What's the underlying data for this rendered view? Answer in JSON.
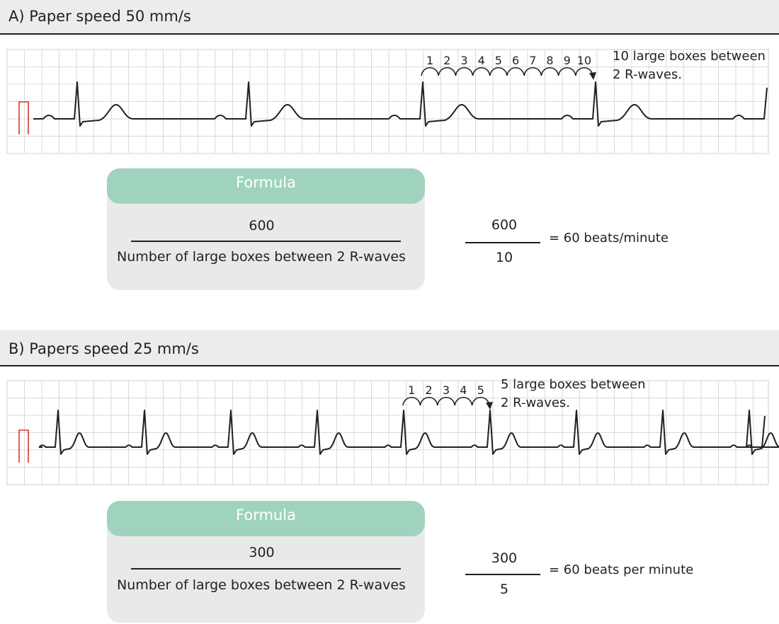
{
  "section_a": {
    "title": "A) Paper speed 50 mm/s",
    "box_numbers": [
      "1",
      "2",
      "3",
      "4",
      "5",
      "6",
      "7",
      "8",
      "9",
      "10"
    ],
    "annotation_line1": "10 large boxes between",
    "annotation_line2": "2 R-waves.",
    "formula": {
      "title": "Formula",
      "numerator": "600",
      "denominator": "Number of large boxes between 2 R-waves"
    },
    "calculation": {
      "numerator": "600",
      "denominator": "10",
      "result": "= 60 beats/minute"
    }
  },
  "section_b": {
    "title": "B) Papers speed 25 mm/s",
    "box_numbers": [
      "1",
      "2",
      "3",
      "4",
      "5"
    ],
    "annotation_line1": "5 large boxes between",
    "annotation_line2": "2 R-waves.",
    "formula": {
      "title": "Formula",
      "numerator": "300",
      "denominator": "Number of large boxes between 2 R-waves"
    },
    "calculation": {
      "numerator": "300",
      "denominator": "5",
      "result": "= 60 beats per minute"
    }
  },
  "colors": {
    "grid": "#d9d9d9",
    "trace": "#231f20",
    "calibration": "#d7382d",
    "formula_header": "#9fd3bd",
    "formula_body": "#e9e9e9",
    "header_bg": "#ececec"
  }
}
